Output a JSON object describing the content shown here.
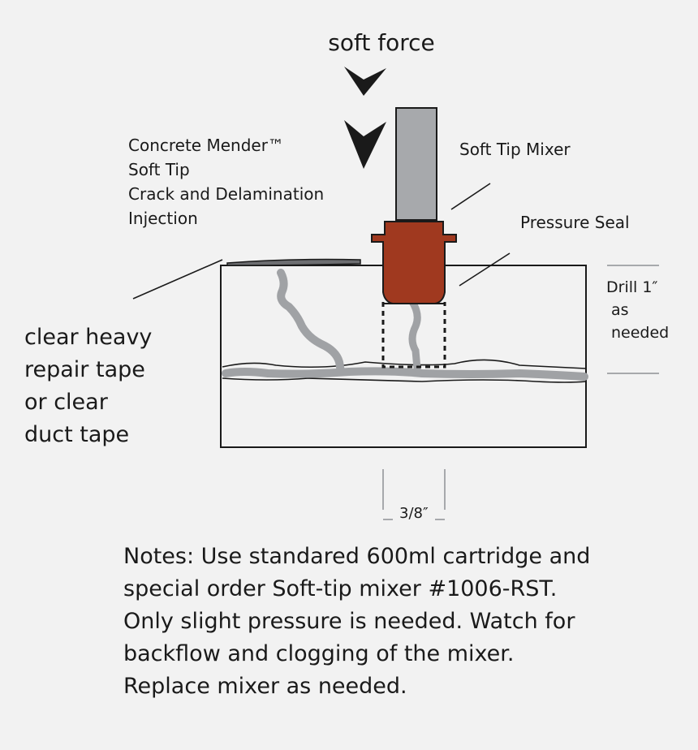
{
  "labels": {
    "force": "soft force",
    "product_title": [
      "Concrete Mender™",
      "Soft Tip",
      "Crack and Delamination",
      "Injection"
    ],
    "mixer": "Soft Tip Mixer",
    "seal": "Pressure Seal",
    "drill": [
      "Drill 1″",
      "as",
      "needed"
    ],
    "tape": [
      "clear heavy",
      "repair tape",
      "or clear",
      "duct tape"
    ],
    "hole_width": "3/8″"
  },
  "notes": [
    "Notes: Use standared 600ml cartridge and",
    "special order Soft-tip mixer #1006-RST.",
    "Only slight pressure is needed. Watch for",
    "backflow and clogging of the mixer.",
    "Replace mixer as needed."
  ],
  "colors": {
    "background": "#f2f2f2",
    "outline": "#1a1a1a",
    "mixer_tube": "#a7a9ac",
    "crack": "#a0a2a5",
    "seal": "#a0391f",
    "dimension_line": "#a7a9ac"
  },
  "icons": [
    "down-arrow-icon",
    "down-arrow-icon"
  ]
}
